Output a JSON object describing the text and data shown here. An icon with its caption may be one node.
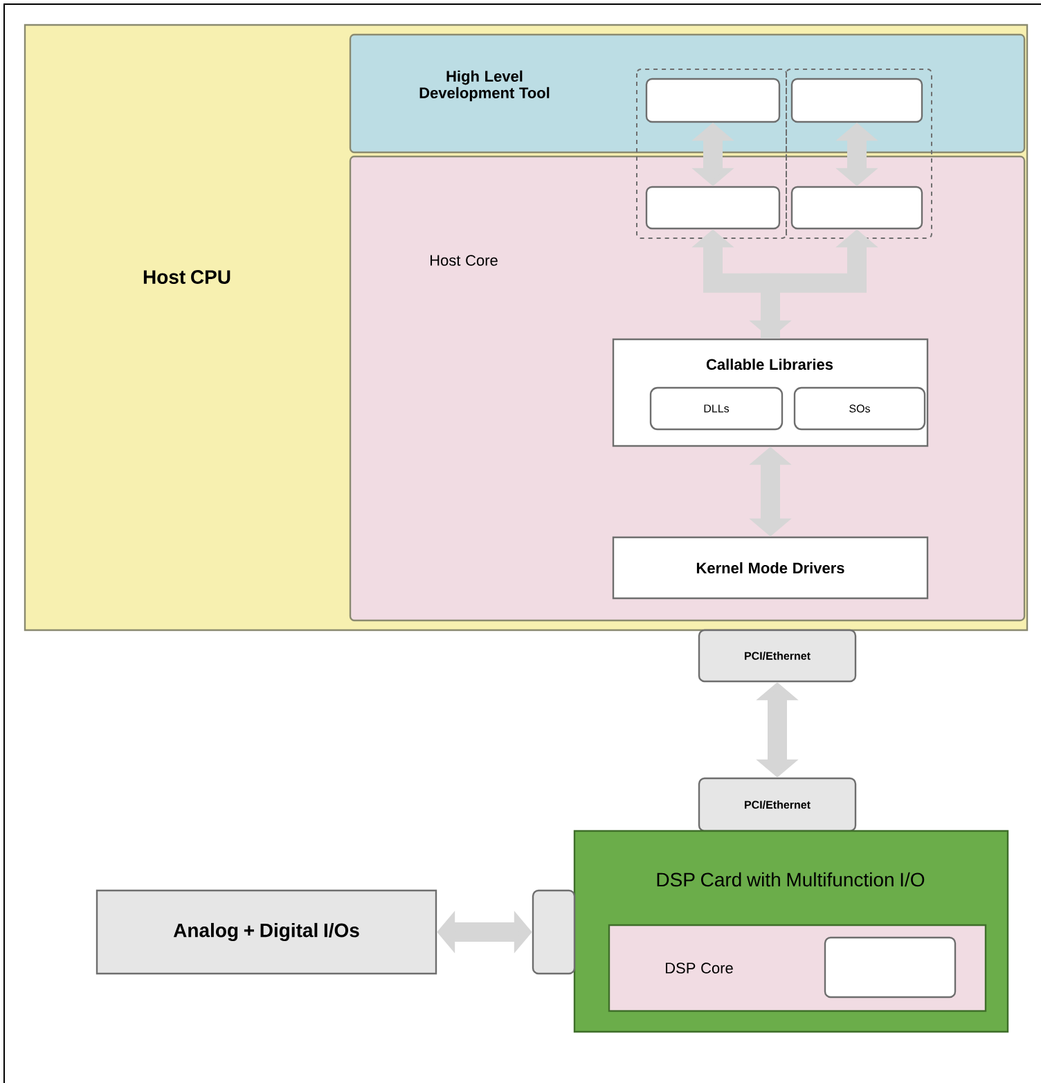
{
  "diagram": {
    "nodes": [
      {
        "text": [
          "Host CPU"
        ]
      },
      {
        "text": [
          "High Level Development Tool"
        ],
        "in": 0
      },
      {
        "text": [
          "Host Core"
        ],
        "in": 0
      },
      {
        "text": [],
        "shape": "box",
        "in": 1
      },
      {
        "text": [],
        "shape": "box",
        "in": 1
      },
      {
        "text": [],
        "shape": "box",
        "in": 2
      },
      {
        "text": [],
        "shape": "box",
        "in": 2
      },
      {
        "text": [
          "Callable Libraries"
        ],
        "in": 2
      },
      {
        "text": [
          "DLLs"
        ],
        "in": 7
      },
      {
        "text": [
          "SOs"
        ],
        "in": 7
      },
      {
        "text": [
          "Kernel Mode Drivers"
        ],
        "in": 2
      },
      {
        "text": [
          "PCI/Ethernet"
        ]
      },
      {
        "text": [
          "PCI/Ethernet"
        ]
      },
      {
        "text": [
          "DSP Card with Multifunction I/O"
        ]
      },
      {
        "text": [
          "DSP Core"
        ],
        "in": 13
      },
      {
        "text": [],
        "shape": "box",
        "in": 14
      },
      {
        "text": [
          "Analog + Digital I/Os"
        ]
      },
      {
        "text": [],
        "shape": "box"
      }
    ],
    "edges": [
      {
        "from": 3,
        "to": 5,
        "arrow": "both"
      },
      {
        "from": 7,
        "to": 5,
        "arrow": "both"
      },
      {
        "from": 7,
        "to": 6,
        "arrow": "to"
      },
      {
        "from": 4,
        "to": 6,
        "arrow": "both"
      },
      {
        "from": 7,
        "to": 10,
        "arrow": "both"
      },
      {
        "from": 11,
        "to": 12,
        "arrow": "both"
      },
      {
        "from": 16,
        "to": 17,
        "arrow": "both"
      }
    ]
  }
}
